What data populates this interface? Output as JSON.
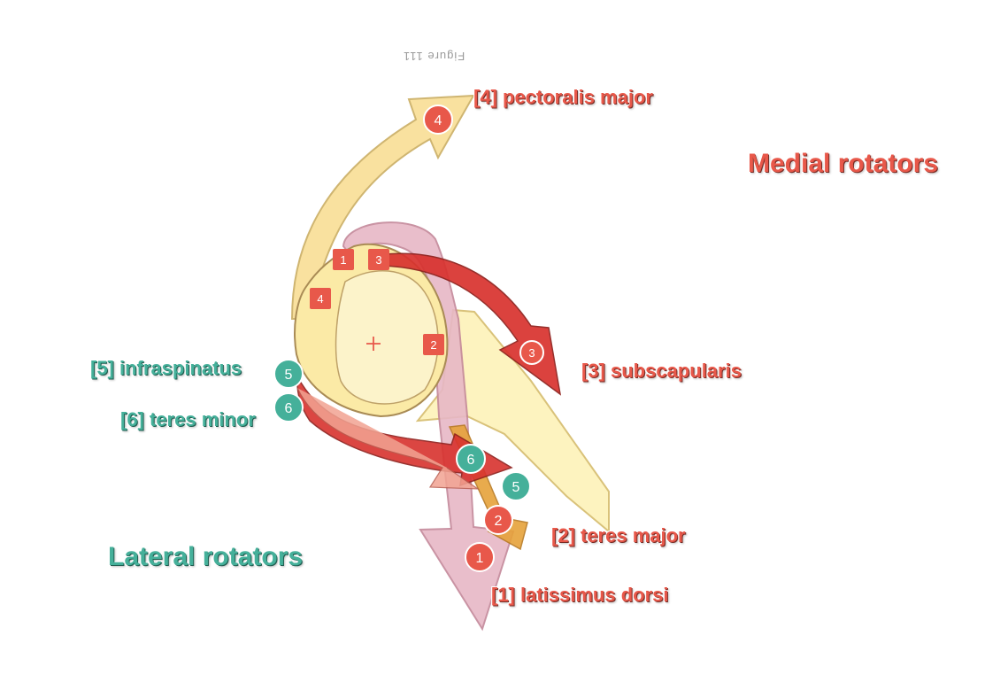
{
  "figure_caption": "Figure 111",
  "groups": {
    "medial": "Medial rotators",
    "lateral": "Lateral rotators"
  },
  "labels": {
    "m1": "[1] latissimus dorsi",
    "m2": "[2] teres major",
    "m3": "[3] subscapularis",
    "m4": "[4] pectoralis major",
    "m5": "[5] infraspinatus",
    "m6": "[6] teres minor"
  },
  "markers": {
    "n1": "1",
    "n2": "2",
    "n3": "3",
    "n4": "4",
    "n5": "5",
    "n6": "6"
  },
  "colors": {
    "medial": "#e8584a",
    "lateral": "#45b09a",
    "bone": "#fbeaa6",
    "pectoralis": "#f9e09a",
    "latissimus": "#e7b8c6",
    "subscapularis": "#d8322e"
  }
}
